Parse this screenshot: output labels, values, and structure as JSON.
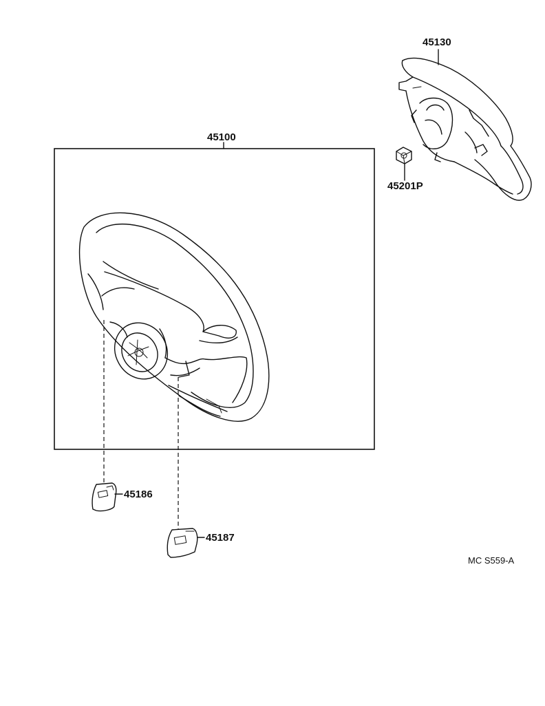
{
  "parts": {
    "wheel_assembly": "45100",
    "horn_pad": "45130",
    "nut": "45201P",
    "cover_left": "45186",
    "cover_right": "45187"
  },
  "reference_code": "MC  S559-A"
}
